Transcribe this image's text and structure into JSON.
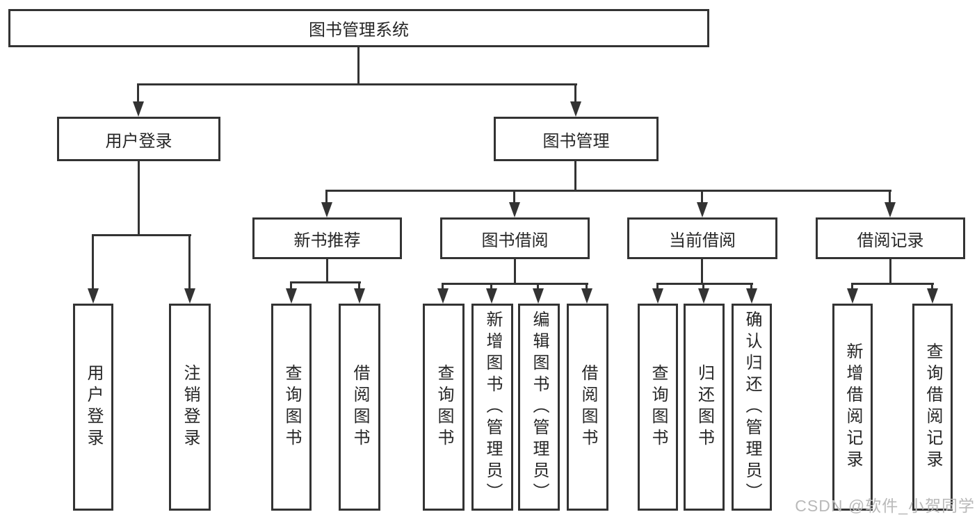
{
  "root": "图书管理系统",
  "branches": [
    {
      "label": "用户登录",
      "leaves": [
        "用户登录",
        "注销登录"
      ]
    },
    {
      "label": "图书管理",
      "sections": [
        {
          "label": "新书推荐",
          "leaves": [
            "查询图书",
            "借阅图书"
          ]
        },
        {
          "label": "图书借阅",
          "leaves": [
            "查询图书",
            "新增图书（管理员）",
            "编辑图书（管理员）",
            "借阅图书"
          ]
        },
        {
          "label": "当前借阅",
          "leaves": [
            "查询图书",
            "归还图书",
            "确认归还（管理员）"
          ]
        },
        {
          "label": "借阅记录",
          "leaves": [
            "新增借阅记录",
            "查询借阅记录"
          ]
        }
      ]
    }
  ],
  "watermark": "CSDN @软件_小贺同学",
  "colors": {
    "line": "#333333",
    "text": "#262626",
    "watermark": "#b9b9b9",
    "background": "#ffffff"
  }
}
